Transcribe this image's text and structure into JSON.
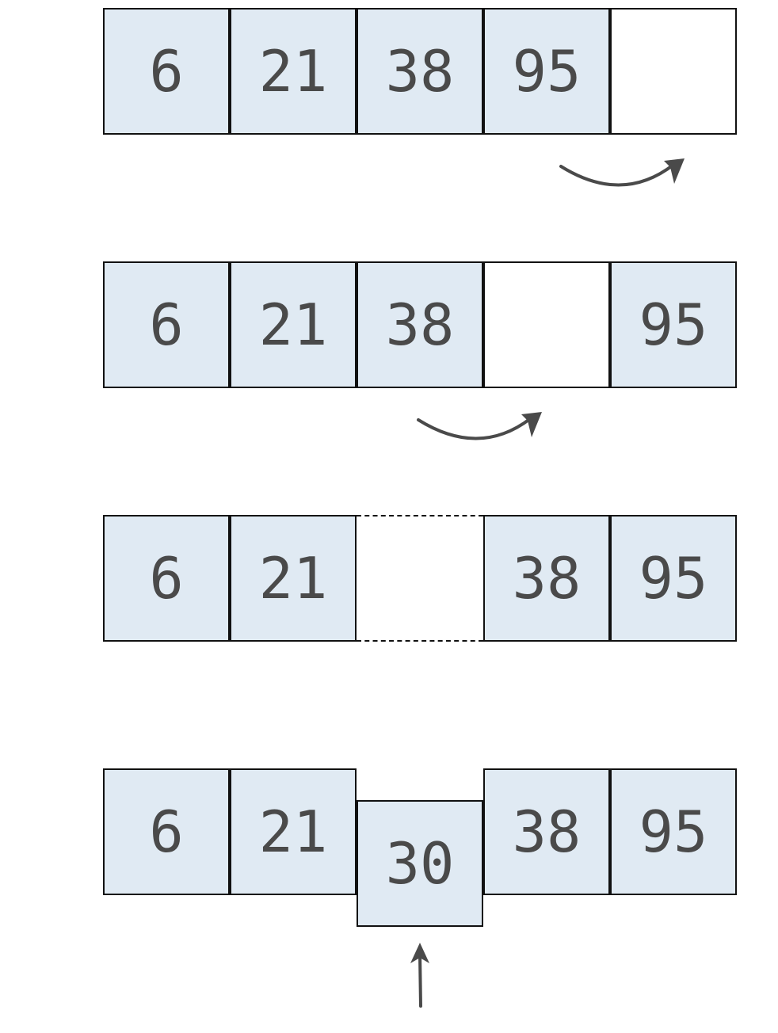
{
  "colors": {
    "cell_fill": "#e0eaf3",
    "cell_border": "#111111",
    "text": "#4a4a4a",
    "arrow": "#4a4a4a"
  },
  "icons": {
    "curved_arrow": "curved-right-arrow-icon",
    "up_arrow": "up-arrow-icon"
  },
  "rows": [
    {
      "cells": [
        "6",
        "21",
        "38",
        "95",
        ""
      ]
    },
    {
      "cells": [
        "6",
        "21",
        "38",
        "",
        "95"
      ]
    },
    {
      "cells": [
        "6",
        "21",
        "",
        "38",
        "95"
      ]
    },
    {
      "cells": [
        "6",
        "21",
        "30",
        "38",
        "95"
      ]
    }
  ]
}
